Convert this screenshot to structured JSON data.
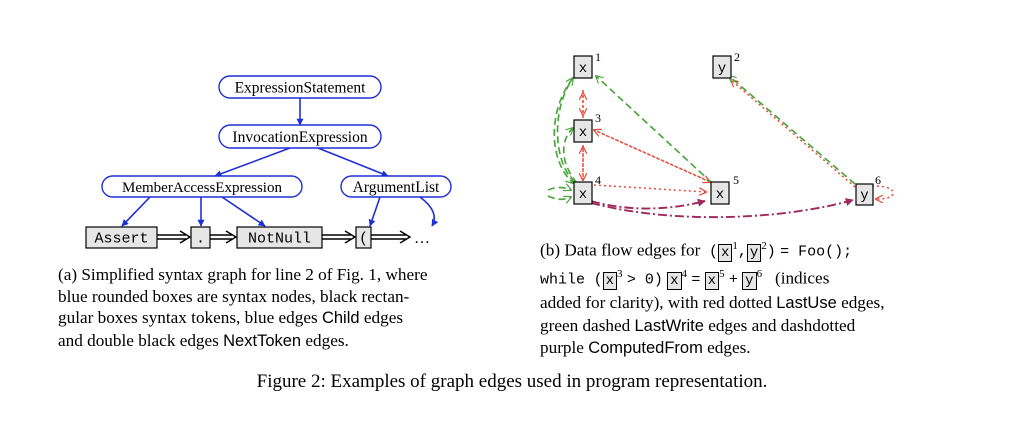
{
  "graph_a": {
    "nodes": [
      {
        "id": "expr_stmt",
        "label": "ExpressionStatement"
      },
      {
        "id": "invocation",
        "label": "InvocationExpression"
      },
      {
        "id": "member_access",
        "label": "MemberAccessExpression"
      },
      {
        "id": "argument_list",
        "label": "ArgumentList"
      }
    ],
    "tokens": [
      {
        "id": "assert",
        "label": "Assert"
      },
      {
        "id": "dot",
        "label": "."
      },
      {
        "id": "notnull",
        "label": "NotNull"
      },
      {
        "id": "lparen",
        "label": "("
      }
    ],
    "ellipsis": "…"
  },
  "graph_b": {
    "nodes": [
      {
        "id": "x1",
        "label": "x",
        "index": "1"
      },
      {
        "id": "y2",
        "label": "y",
        "index": "2"
      },
      {
        "id": "x3",
        "label": "x",
        "index": "3"
      },
      {
        "id": "x4",
        "label": "x",
        "index": "4"
      },
      {
        "id": "x5",
        "label": "x",
        "index": "5"
      },
      {
        "id": "y6",
        "label": "y",
        "index": "6"
      }
    ]
  },
  "caption_a": {
    "line1": "(a) Simplified syntax graph for line 2 of Fig. 1, where",
    "line2": "blue rounded boxes are syntax nodes, black rectan-",
    "line3_pre": "gular boxes syntax tokens, blue edges ",
    "child_term": "Child",
    "line3_post": " edges",
    "line4_pre": "and double black edges ",
    "nexttoken_term": "NextToken",
    "line4_post": " edges."
  },
  "caption_b": {
    "prefix": "(b)  Data  flow  edges  for",
    "foo_code": "= Foo();",
    "while_code": "while",
    "gt_code": "> 0)",
    "eq_code": "=",
    "plus_code": "+",
    "indices_note": "(indices",
    "line3": "added for clarity), with red dotted",
    "lastuse_term": "LastUse",
    "edges_comma": "edges,",
    "line4_pre": "green dashed",
    "lastwrite_term": "LastWrite",
    "line4_post": "edges and dashdotted",
    "line5_pre": "purple",
    "computedfrom_term": "ComputedFrom",
    "line5_post": "edges."
  },
  "figure_caption": "Figure 2: Examples of graph edges used in program representation.",
  "colors": {
    "syntax_blue": "#1f2fd6",
    "lastuse_red": "#e8493a",
    "lastwrite_green": "#4ea640",
    "computedfrom_purple": "#a0285a",
    "token_fill": "#e6e6e6"
  }
}
